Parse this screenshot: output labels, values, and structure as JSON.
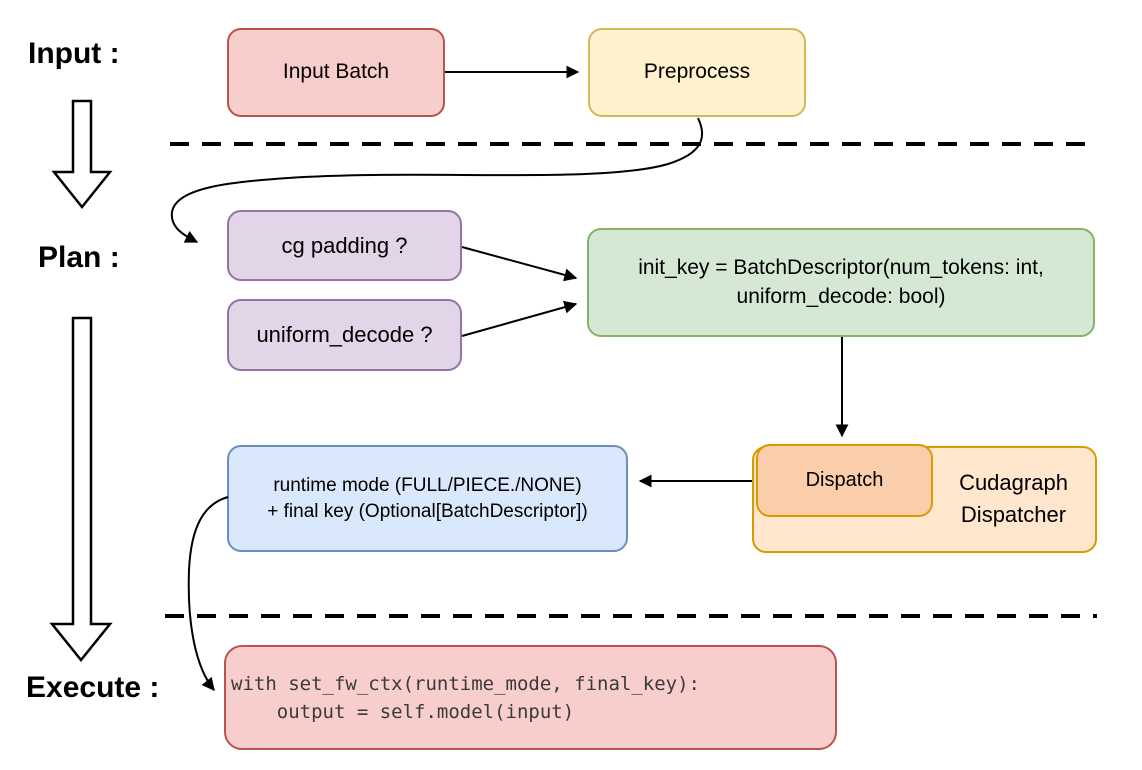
{
  "diagram": {
    "stage_labels": {
      "input": "Input :",
      "plan": "Plan :",
      "execute": "Execute :"
    },
    "nodes": {
      "input_batch": {
        "label": "Input Batch"
      },
      "preprocess": {
        "label": "Preprocess"
      },
      "cg_padding": {
        "label": "cg padding ?"
      },
      "uniform_decode": {
        "label": "uniform_decode ?"
      },
      "init_key": {
        "line1": "init_key = BatchDescriptor(num_tokens: int,",
        "line2": "uniform_decode: bool)"
      },
      "dispatch": {
        "label": "Dispatch"
      },
      "cudagraph_dispatcher": {
        "line1": "Cudagraph",
        "line2": "Dispatcher"
      },
      "runtime_mode": {
        "line1": "runtime mode (FULL/PIECE./NONE)",
        "line2": "+ final key (Optional[BatchDescriptor])"
      },
      "execute_code": {
        "line1": "with set_fw_ctx(runtime_mode, final_key):",
        "line2": "    output = self.model(input)"
      }
    },
    "colors": {
      "red_fill": "#F8CECC",
      "red_stroke": "#B85450",
      "yellow_fill": "#FFF2CC",
      "yellow_stroke": "#D6B656",
      "purple_fill": "#E1D5E7",
      "purple_stroke": "#9673A6",
      "green_fill": "#D5E8D4",
      "green_stroke": "#82B366",
      "blue_fill": "#DAE8FC",
      "blue_stroke": "#6C8EBF",
      "orange_fill": "#FFE6CC",
      "orange_stroke": "#D79B00",
      "dispatch_fill": "#FACDAB",
      "line_color": "#000000"
    }
  }
}
